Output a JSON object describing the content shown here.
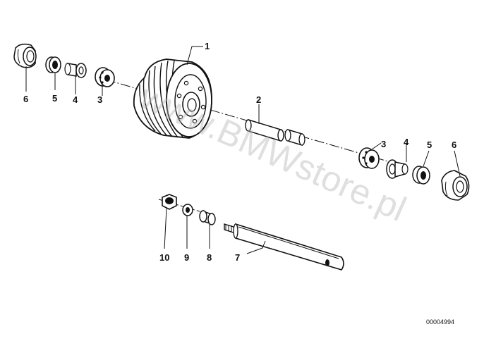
{
  "diagram": {
    "callouts": {
      "p1": "1",
      "p2": "2",
      "p3_left": "3",
      "p4_left": "4",
      "p5_left": "5",
      "p6_left": "6",
      "p3_right": "3",
      "p4_right": "4",
      "p5_right": "5",
      "p6_right": "6",
      "p7": "7",
      "p8": "8",
      "p9": "9",
      "p10": "10"
    },
    "document_number": "00004994",
    "watermark": "www.BMWstore.pl"
  }
}
